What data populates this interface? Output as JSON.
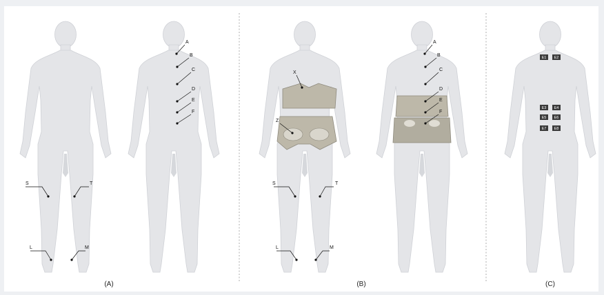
{
  "panels": [
    {
      "caption": "(A)"
    },
    {
      "caption": "(B)"
    },
    {
      "caption": "(C)"
    }
  ],
  "labels": {
    "front_points": [
      "S",
      "T",
      "L",
      "M"
    ],
    "back_points": [
      "A",
      "B",
      "C",
      "D",
      "E",
      "F"
    ],
    "belt_points": [
      "X",
      "Z"
    ]
  },
  "electrodes": [
    "E1",
    "E2",
    "E3",
    "E4",
    "E5",
    "E6",
    "E7",
    "E8"
  ],
  "colors": {
    "skin": "#e4e5e8",
    "belt": "#bdb8a9",
    "electrode": "#3a3a3a",
    "separator": "#9a9a9a"
  }
}
